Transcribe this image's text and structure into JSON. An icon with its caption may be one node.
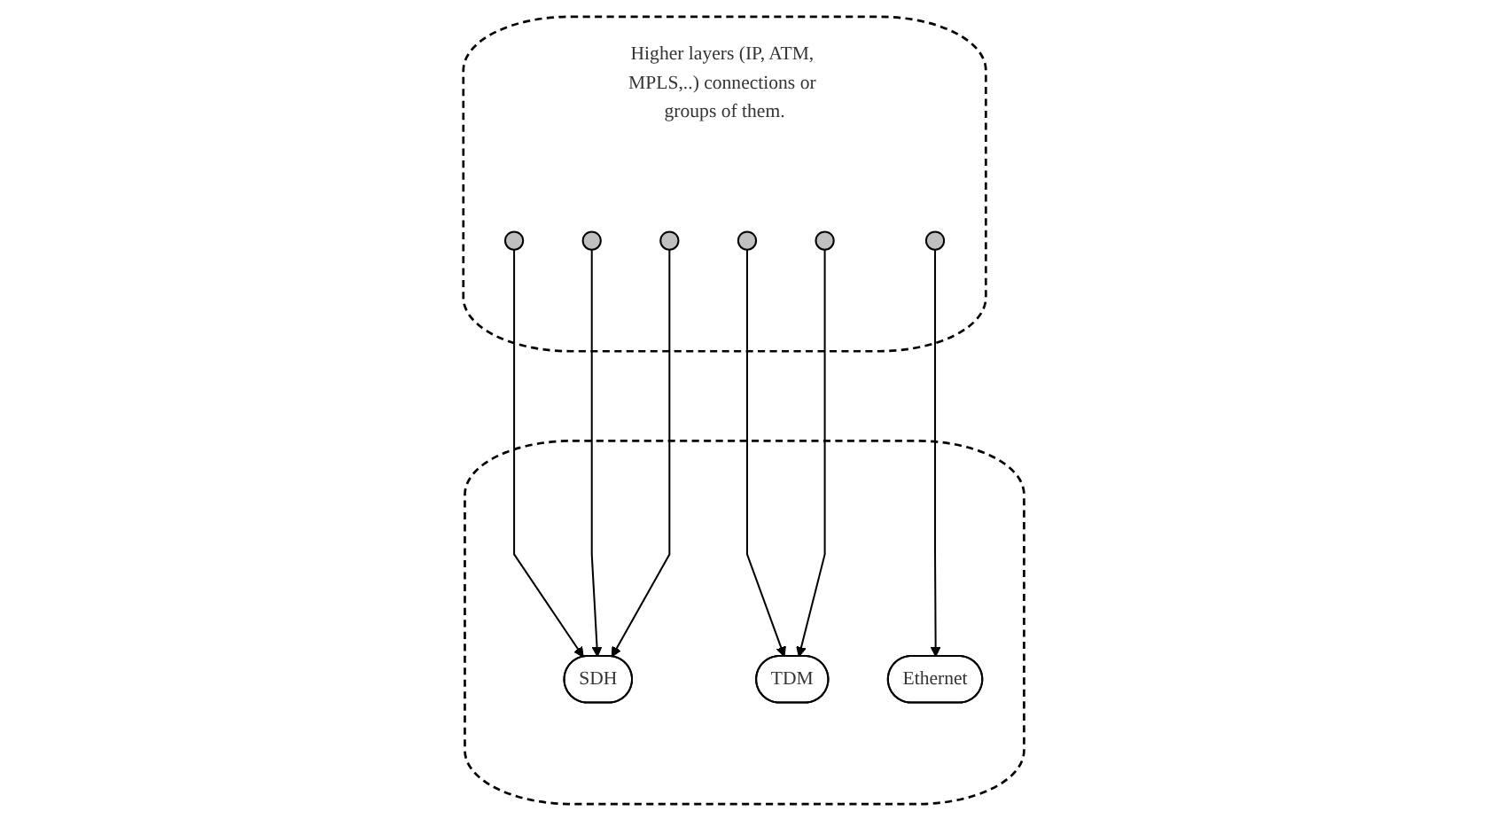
{
  "diagram": {
    "nodes": [
      {
        "text": [
          "Higher layers (IP, ATM, MPLS,..) connections or groups of them."
        ]
      },
      {
        "text": [],
        "shape": "circle",
        "in": 0
      },
      {
        "text": [],
        "shape": "circle",
        "in": 0
      },
      {
        "text": [],
        "shape": "circle",
        "in": 0
      },
      {
        "text": [],
        "shape": "circle",
        "in": 0
      },
      {
        "text": [],
        "shape": "circle",
        "in": 0
      },
      {
        "text": [],
        "shape": "circle",
        "in": 0
      },
      {
        "text": [],
        "shape": "ellipse"
      },
      {
        "text": [
          "SDH"
        ],
        "in": 7
      },
      {
        "text": [
          "TDM"
        ],
        "in": 7
      },
      {
        "text": [
          "Ethernet"
        ],
        "in": 7
      }
    ],
    "edges": [
      {
        "from": 1,
        "to": 8,
        "arrow": "to"
      },
      {
        "from": 2,
        "to": 8,
        "arrow": "to"
      },
      {
        "from": 3,
        "to": 8,
        "arrow": "to"
      },
      {
        "from": 4,
        "to": 9,
        "arrow": "to"
      },
      {
        "from": 5,
        "to": 9,
        "arrow": "to"
      },
      {
        "from": 6,
        "to": 10,
        "arrow": "to"
      }
    ]
  }
}
